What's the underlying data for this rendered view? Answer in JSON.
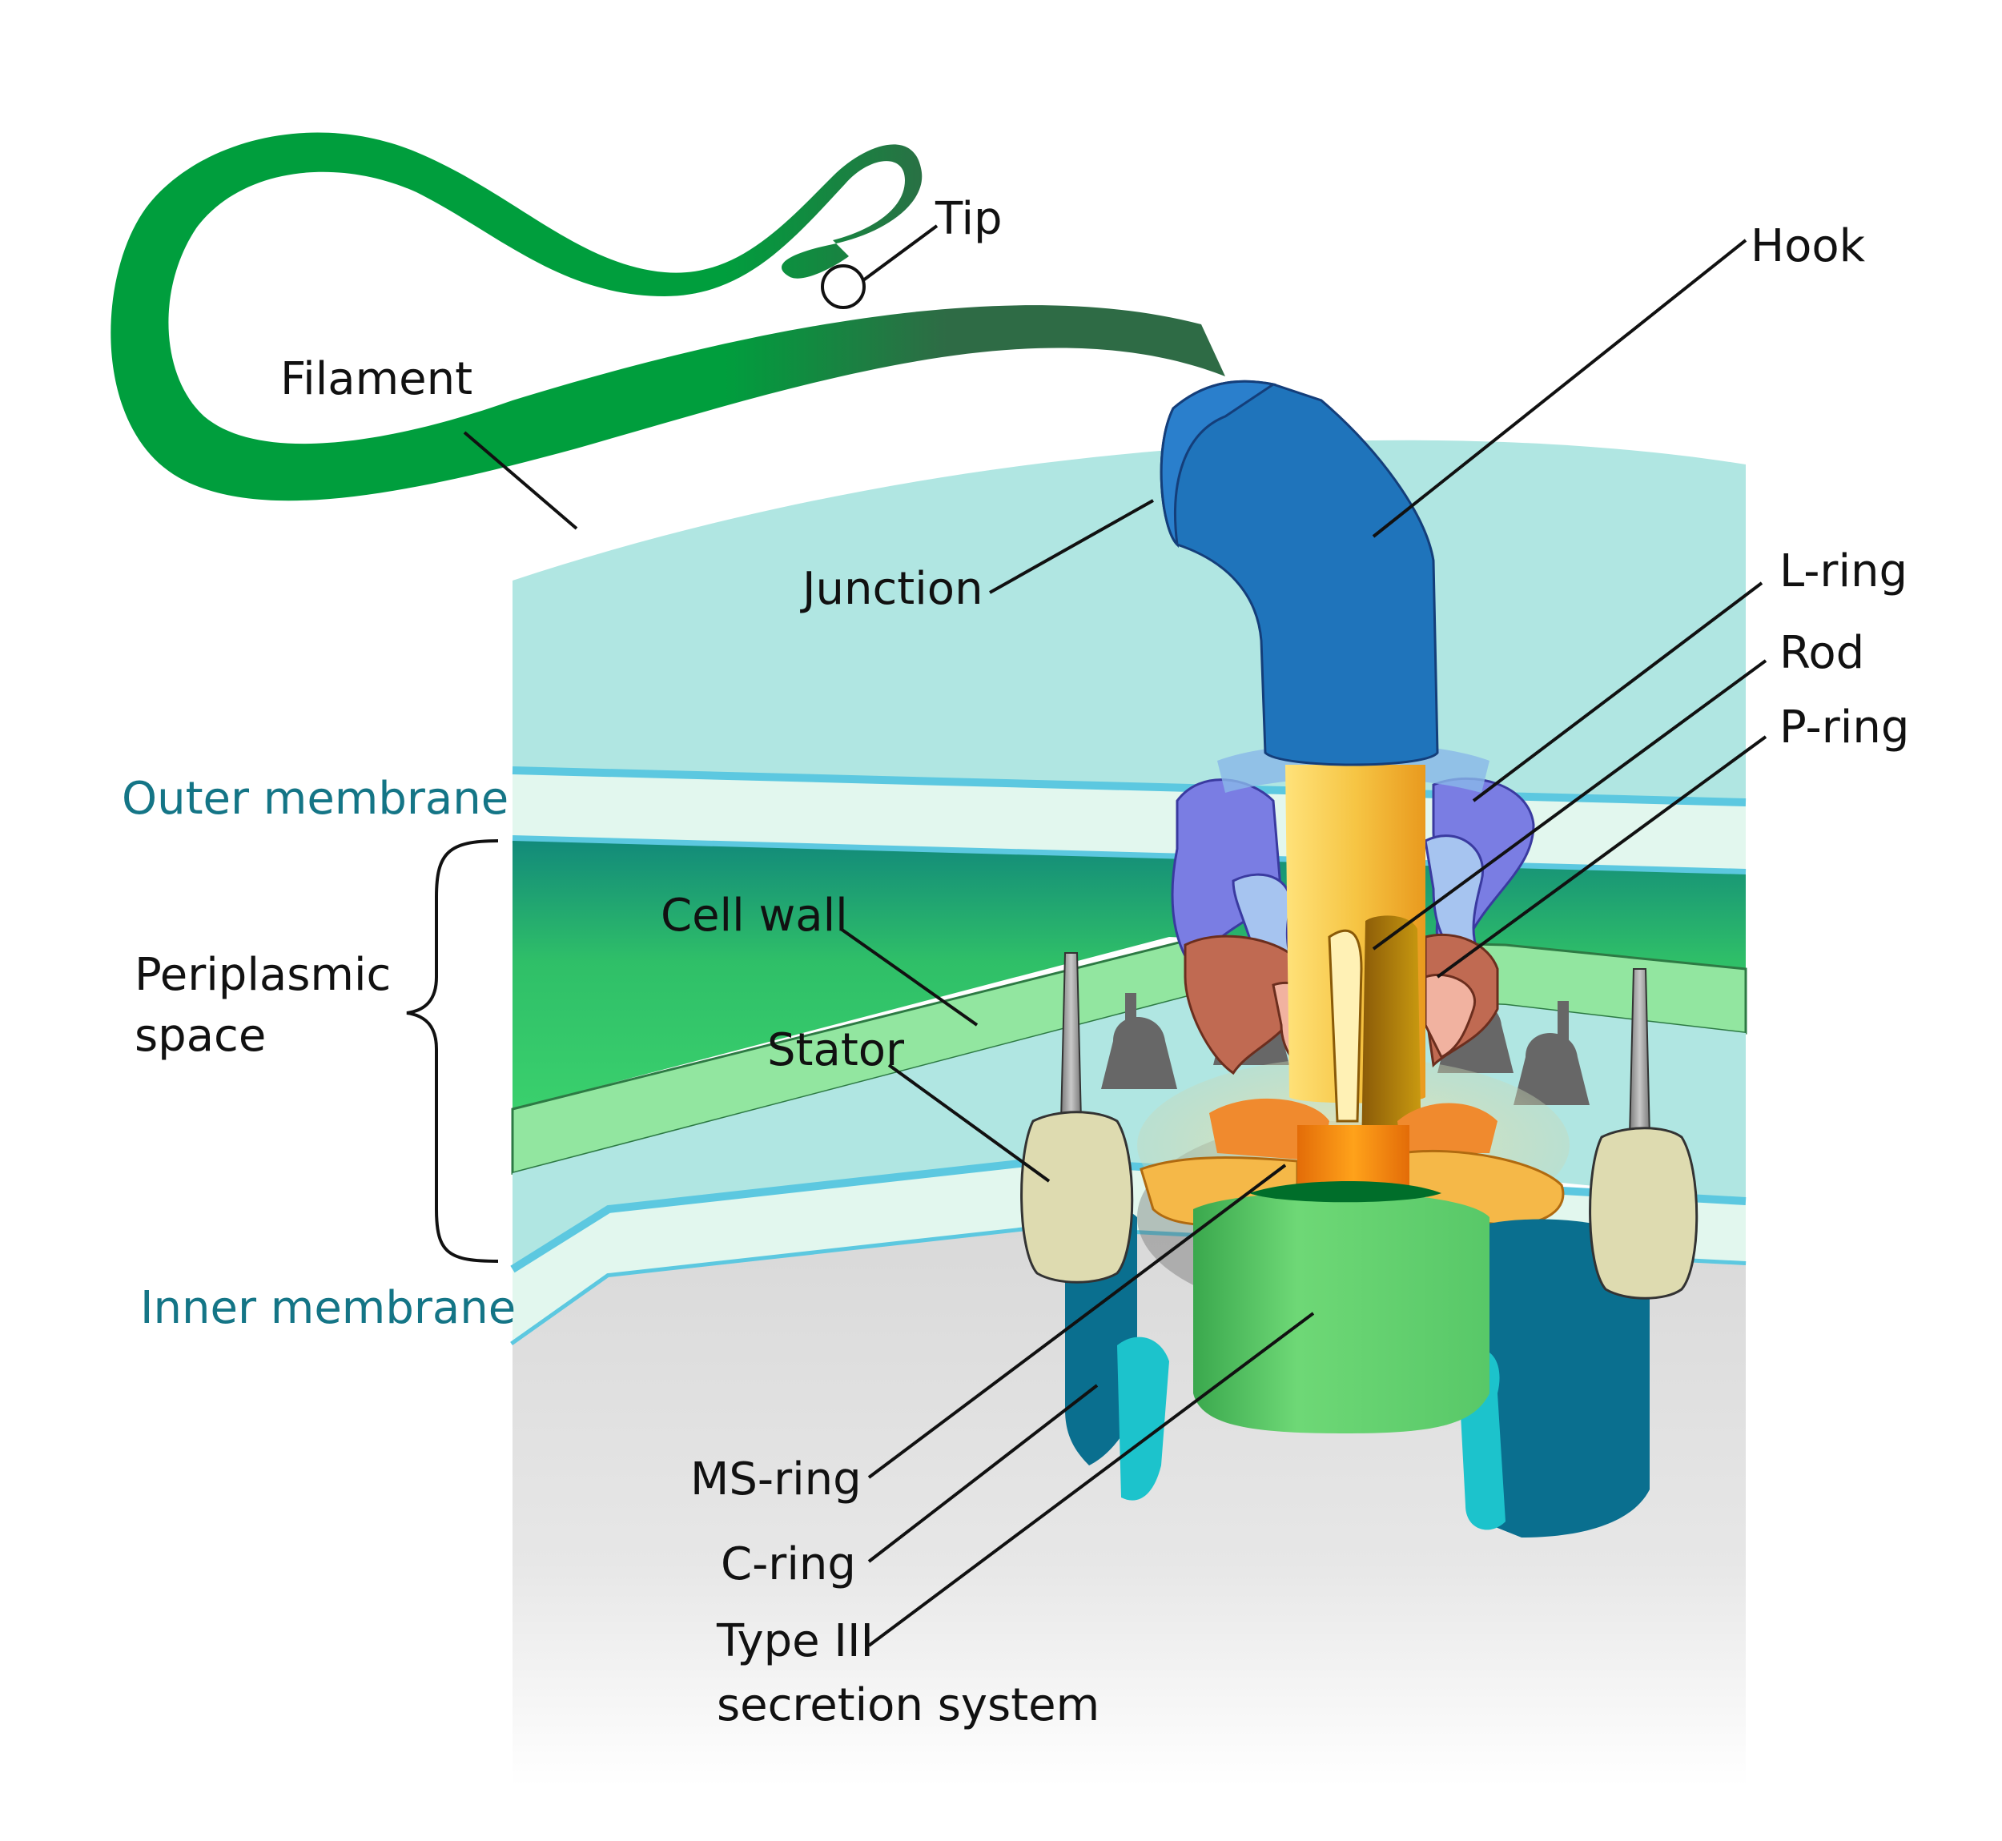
{
  "labels": {
    "tip": "Tip",
    "hook": "Hook",
    "filament": "Filament",
    "junction": "Junction",
    "l_ring": "L-ring",
    "rod": "Rod",
    "p_ring": "P-ring",
    "outer_membrane": "Outer membrane",
    "periplasmic_line1": "Periplasmic",
    "periplasmic_line2": "space",
    "cell_wall": "Cell wall",
    "stator": "Stator",
    "inner_membrane": "Inner membrane",
    "ms_ring": "MS-ring",
    "c_ring": "C-ring",
    "type3_line1": "Type III",
    "type3_line2": "secretion system"
  },
  "colors": {
    "filament": "#009e3d",
    "filament_tip": "#2e6b45",
    "hook": "#1f74bb",
    "extracellular": "#b0e6e2",
    "membrane_line": "#5cc8e0",
    "membrane_fill": "#e2f7ee",
    "cell_wall": "#92e6a0",
    "periplasm_green": "#2fbf68",
    "cytoplasm": "#dcdcdc",
    "l_ring": "#7a7de3",
    "l_ring_light": "#a6c4f0",
    "p_ring": "#c06a52",
    "p_ring_light": "#f1b2a0",
    "rod": "#f3c242",
    "ms_ring": "#f5b848",
    "ms_ring_dark": "#f08a2e",
    "c_ring": "#0a6f8f",
    "c_ring_light": "#1cc3cc",
    "type3": "#67d46f",
    "stator": "#dedbb0",
    "stator_pin": "#9a9a9a",
    "motor_gray": "#676767",
    "membrane_label": "#147586"
  },
  "icons": {
    "tip": "circle-outline",
    "bracket": "curly-brace"
  }
}
